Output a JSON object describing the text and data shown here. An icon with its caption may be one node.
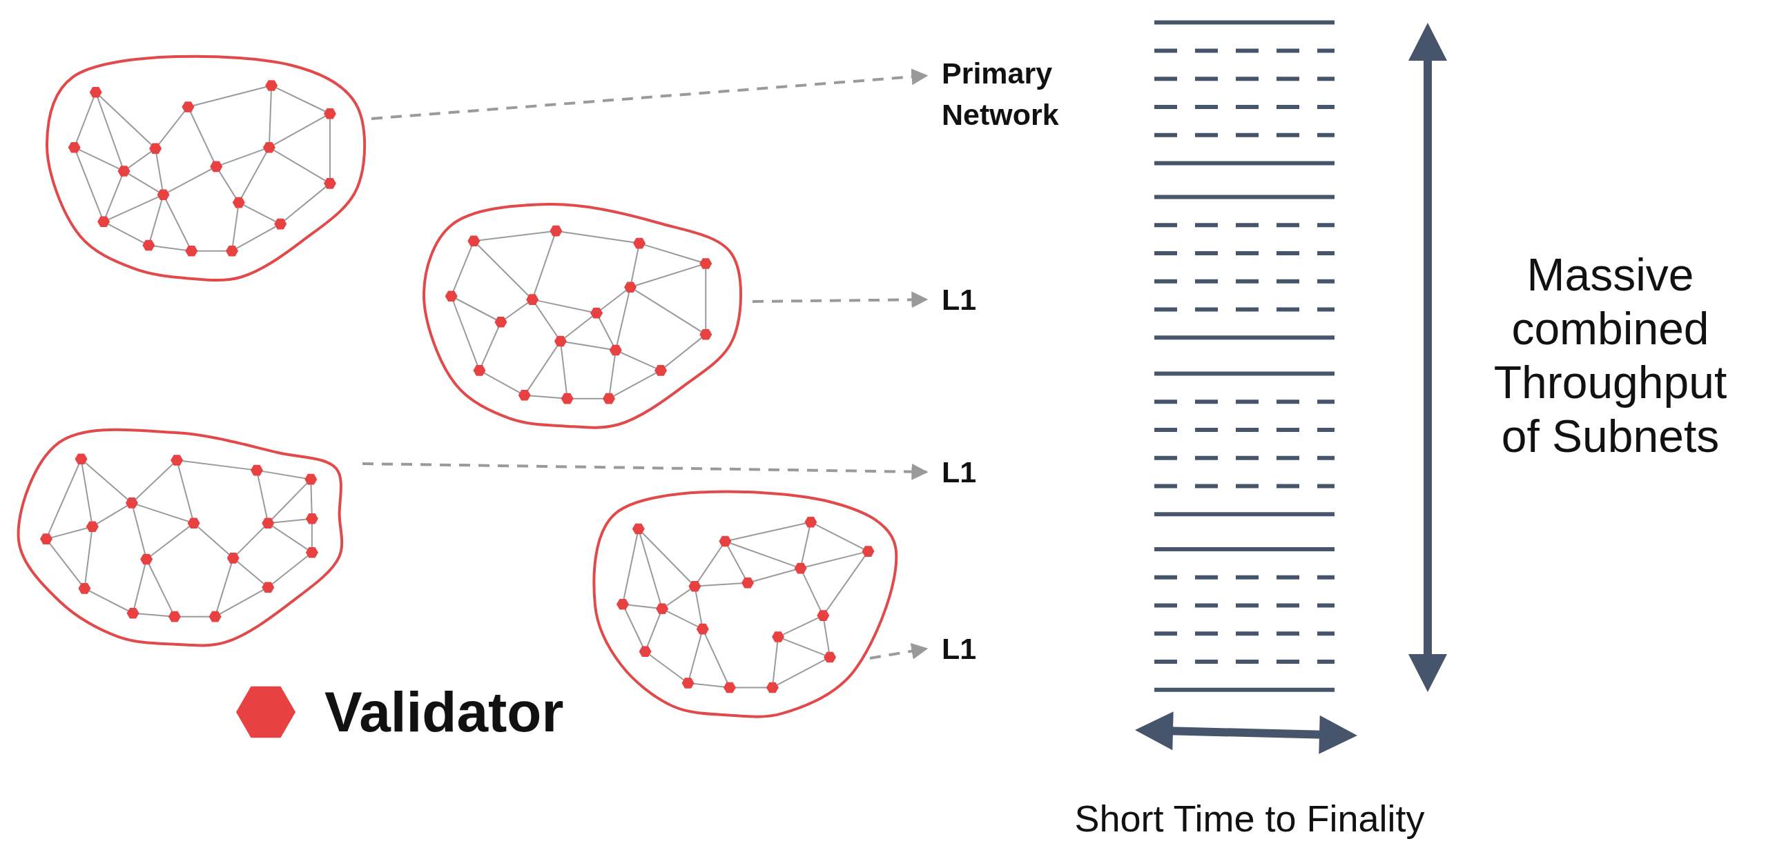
{
  "diagram": {
    "nodes": [
      {
        "text": [],
        "shape": "cloud"
      },
      {
        "text": [],
        "shape": "cloud"
      },
      {
        "text": [],
        "shape": "cloud"
      },
      {
        "text": [],
        "shape": "cloud"
      },
      {
        "text": [
          "Primary Network"
        ]
      },
      {
        "text": [
          "L1"
        ]
      },
      {
        "text": [
          "L1"
        ]
      },
      {
        "text": [
          "L1"
        ]
      }
    ],
    "edges": [
      {
        "from": 0,
        "to": 4,
        "arrow": "to",
        "style": "dashed"
      },
      {
        "from": 1,
        "to": 5,
        "arrow": "to",
        "style": "dashed"
      },
      {
        "from": 2,
        "to": 6,
        "arrow": "to",
        "style": "dashed"
      },
      {
        "from": 3,
        "to": 7,
        "arrow": "to",
        "style": "dashed"
      }
    ],
    "labels": [
      "Massive combined Throughput of Subnets",
      "Short Time to Finality"
    ],
    "legend": [
      {
        "text": "Validator"
      }
    ]
  }
}
